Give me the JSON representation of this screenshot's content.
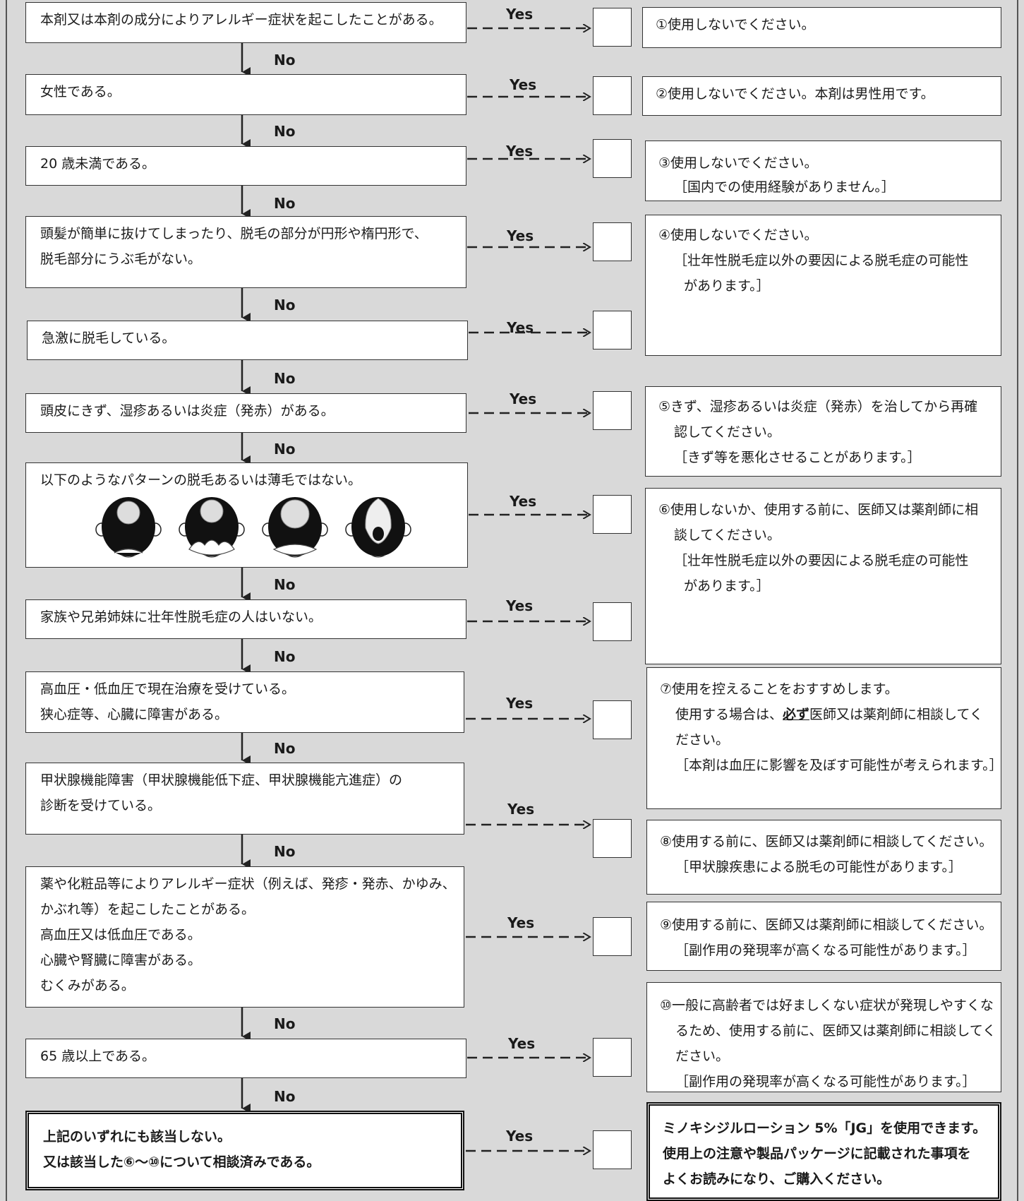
{
  "yes_label": "Yes",
  "no_label": "No",
  "questions": [
    {
      "lines": [
        "本剤又は本剤の成分によりアレルギー症状を起こしたことがある。"
      ]
    },
    {
      "lines": [
        "女性である。"
      ]
    },
    {
      "lines": [
        "20 歳未満である。"
      ]
    },
    {
      "lines": [
        "頭髪が簡単に抜けてしまったり、脱毛の部分が円形や楕円形で、",
        "脱毛部分にうぶ毛がない。"
      ]
    },
    {
      "lines": [
        "急激に脱毛している。"
      ]
    },
    {
      "lines": [
        "頭皮にきず、湿疹あるいは炎症（発赤）がある。"
      ]
    },
    {
      "lines": [
        "以下のようなパターンの脱毛あるいは薄毛ではない。"
      ]
    },
    {
      "lines": [
        "家族や兄弟姉妹に壮年性脱毛症の人はいない。"
      ]
    },
    {
      "lines": [
        "高血圧・低血圧で現在治療を受けている。",
        "狭心症等、心臓に障害がある。"
      ]
    },
    {
      "lines": [
        "甲状腺機能障害（甲状腺機能低下症、甲状腺機能亢進症）の",
        "診断を受けている。"
      ]
    },
    {
      "lines": [
        "薬や化粧品等によりアレルギー症状（例えば、発疹・発赤、かゆみ、",
        "かぶれ等）を起こしたことがある。",
        "高血圧又は低血圧である。",
        "心臓や腎臓に障害がある。",
        "むくみがある。"
      ]
    },
    {
      "lines": [
        "65 歳以上である。"
      ]
    },
    {
      "lines": [
        "上記のいずれにも該当しない。",
        "又は該当した⑥～⑩について相談済みである。"
      ]
    }
  ],
  "results": [
    {
      "lines": [
        "①使用しないでください。"
      ]
    },
    {
      "lines": [
        "②使用しないでください。本剤は男性用です。"
      ]
    },
    {
      "lines": [
        "③使用しないでください。",
        "［国内での使用経験がありません。］"
      ]
    },
    {
      "lines": [
        "④使用しないでください。",
        "［壮年性脱毛症以外の要因による脱毛症の可能性",
        "があります。］"
      ]
    },
    {
      "lines": [
        "⑤きず、湿疹あるいは炎症（発赤）を治してから再確",
        "認してください。",
        "［きず等を悪化させることがあります。］"
      ]
    },
    {
      "lines": [
        "⑥使用しないか、使用する前に、医師又は薬剤師に相",
        "談してください。",
        "［壮年性脱毛症以外の要因による脱毛症の可能性",
        "があります。］"
      ]
    },
    {
      "lines": [
        "⑦使用を控えることをおすすめします。",
        "使用する場合は、",
        "必ず",
        "医師又は薬剤師に相談してく",
        "ださい。",
        "［本剤は血圧に影響を及ぼす可能性が考えられます。］"
      ]
    },
    {
      "lines": [
        "⑧使用する前に、医師又は薬剤師に相談してください。",
        "［甲状腺疾患による脱毛の可能性があります。］"
      ]
    },
    {
      "lines": [
        "⑨使用する前に、医師又は薬剤師に相談してください。",
        "［副作用の発現率が高くなる可能性があります。］"
      ]
    },
    {
      "lines": [
        "⑩一般に高齢者では好ましくない症状が発現しやすくな",
        "るため、使用する前に、医師又は薬剤師に相談してく",
        "ださい。",
        "［副作用の発現率が高くなる可能性があります。］"
      ]
    },
    {
      "lines": [
        "ミノキシジルローション 5%「JG」を使用できます。",
        "使用上の注意や製品パッケージに記載された事項を",
        "よくお読みになり、ご購入ください。"
      ]
    }
  ],
  "colors": {
    "background": "#d9d9d9",
    "box": "#ffffff",
    "border": "#333333"
  },
  "icons": [
    "male-pattern-hair-loss-crown-1",
    "male-pattern-hair-loss-crown-2",
    "male-pattern-hair-loss-crown-3",
    "male-pattern-hair-loss-frontal"
  ]
}
